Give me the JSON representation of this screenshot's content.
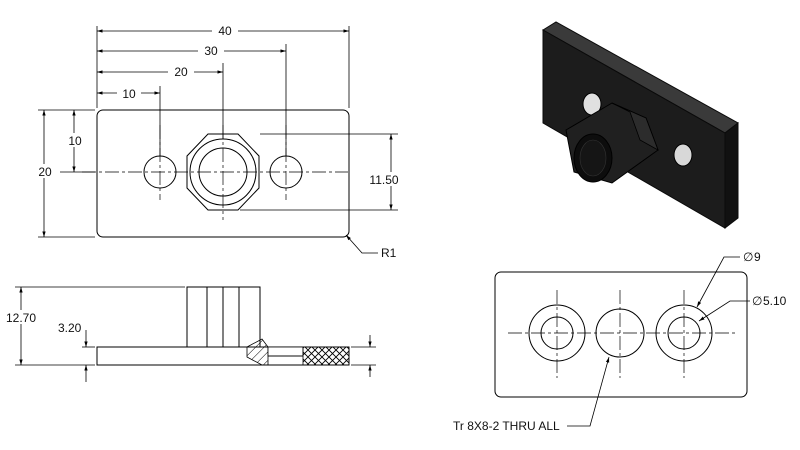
{
  "top_view": {
    "dims": {
      "overall_width": "40",
      "hole_spacing_30": "30",
      "center_20": "20",
      "hole_10": "10",
      "height_20": "20",
      "half_height_10": "10",
      "center_height": "11.50",
      "corner_radius": "R1"
    }
  },
  "side_view": {
    "dims": {
      "total_height": "12.70",
      "plate_thickness": "3.20"
    }
  },
  "bottom_view": {
    "dims": {
      "outer_dia": "9",
      "hole_dia": "5.10",
      "thread_note": "Tr 8X8-2 THRU ALL"
    },
    "symbols": {
      "diameter": "∅"
    }
  },
  "iso_view": {
    "colors": {
      "body": "#1a1a1a",
      "face": "#262626",
      "edge": "#0a0a0a"
    }
  }
}
